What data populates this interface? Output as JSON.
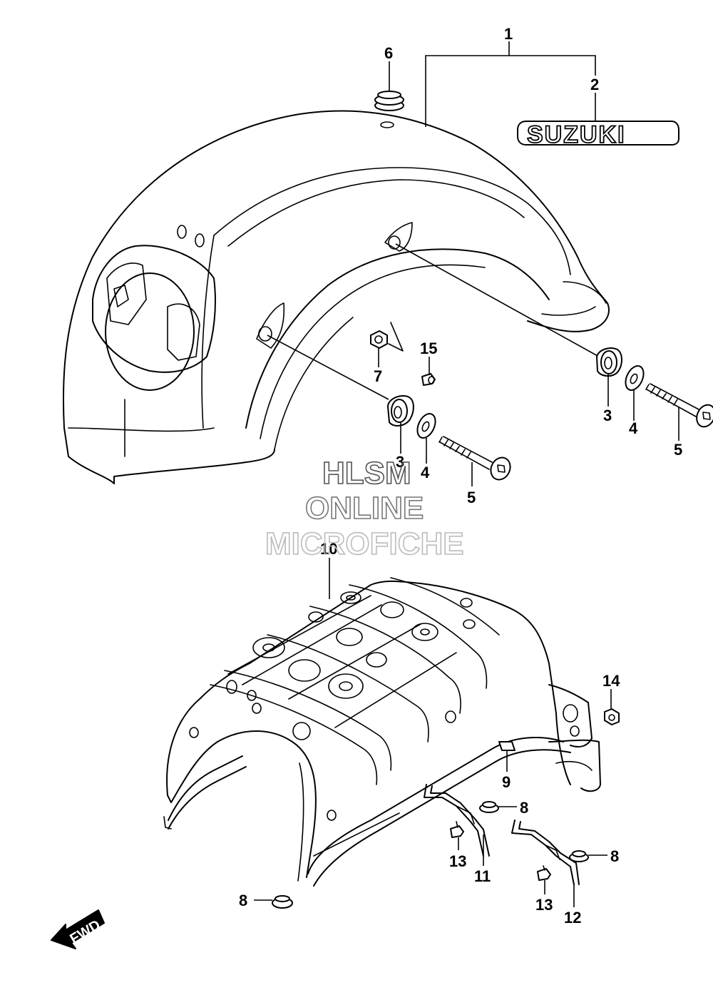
{
  "callouts": {
    "c1": "1",
    "c2": "2",
    "c3a": "3",
    "c3b": "3",
    "c4a": "4",
    "c4b": "4",
    "c5a": "5",
    "c5b": "5",
    "c6": "6",
    "c7": "7",
    "c8a": "8",
    "c8b": "8",
    "c8c": "8",
    "c9": "9",
    "c10": "10",
    "c11": "11",
    "c12": "12",
    "c13a": "13",
    "c13b": "13",
    "c14": "14",
    "c15": "15"
  },
  "emblem_text": "SUZUKI",
  "watermark": {
    "line1": "HLSM",
    "line2": "ONLINE",
    "line3": "MICROFICHE"
  },
  "direction_label": "FWD"
}
